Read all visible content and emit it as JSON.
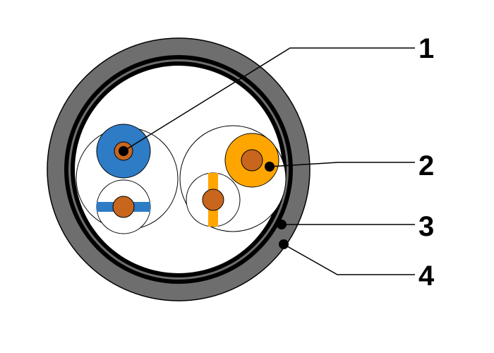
{
  "diagram": {
    "callouts": [
      {
        "label": "1"
      },
      {
        "label": "2"
      },
      {
        "label": "3"
      },
      {
        "label": "4"
      }
    ]
  },
  "colors": {
    "outer_jacket": "#6e6e6e",
    "shield": "#000000",
    "blue_insulation": "#2e7bc6",
    "orange_insulation": "#ffa500",
    "copper_conductor": "#c8661e",
    "white_insulation": "#ffffff",
    "line": "#000000"
  }
}
